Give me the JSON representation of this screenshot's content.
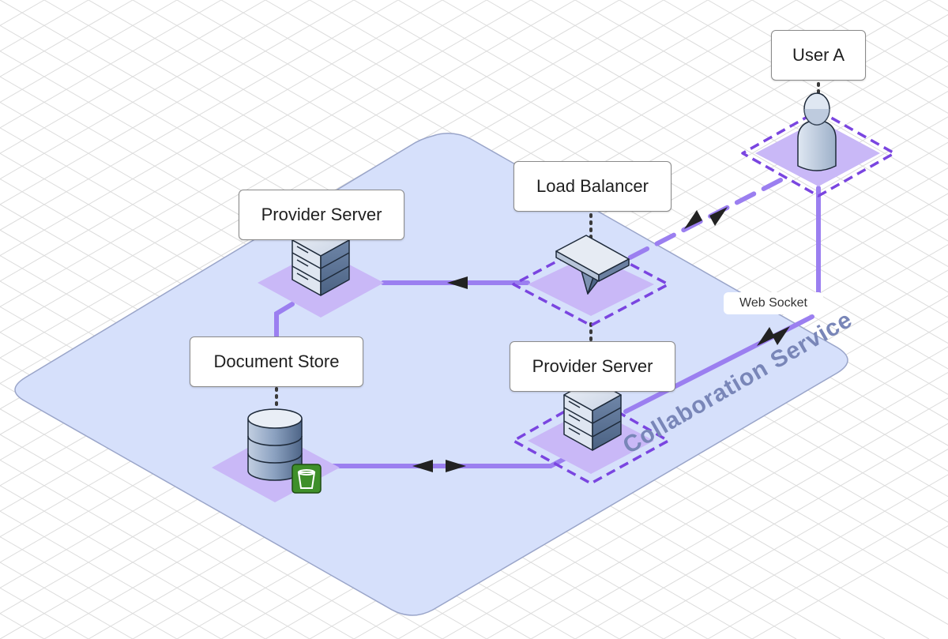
{
  "nodes": {
    "user_a": {
      "label": "User A",
      "icon": "user-icon"
    },
    "load_balancer": {
      "label": "Load Balancer",
      "icon": "load-balancer-icon"
    },
    "provider_server_top": {
      "label": "Provider Server",
      "icon": "server-icon"
    },
    "provider_server_bottom": {
      "label": "Provider Server",
      "icon": "server-icon"
    },
    "document_store": {
      "label": "Document Store",
      "icon": "database-icon",
      "badge_icon": "bucket-icon"
    }
  },
  "connections": {
    "web_socket": {
      "label": "Web Socket"
    }
  },
  "region": {
    "label": "Collaboration Service"
  },
  "colors": {
    "region_fill": "#d6e0fb",
    "region_border": "#9aa5c9",
    "pad_fill": "#c9b8f7",
    "pad_dashed_border": "#7a45e0",
    "connector": "#9b7ff0",
    "arrow": "#222222",
    "grid": "#dcdcdc",
    "bucket_badge": "#3f8f2a",
    "region_label": "#7986b8"
  }
}
